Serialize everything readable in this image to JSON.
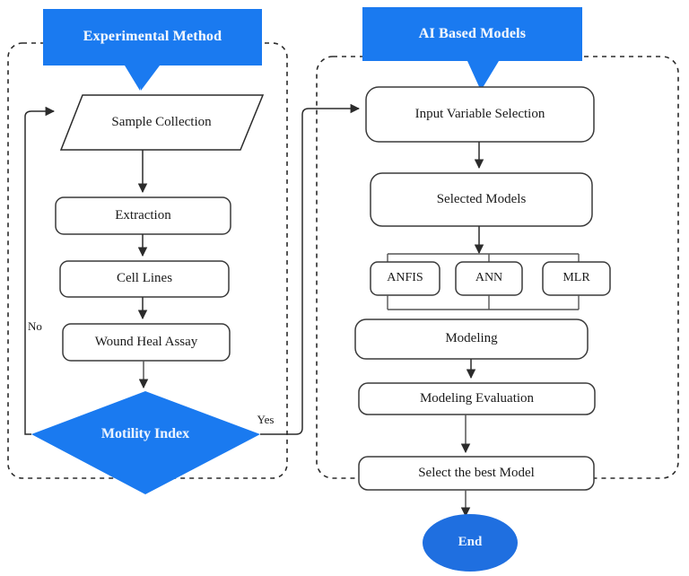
{
  "diagram": {
    "title_visible": false,
    "colors": {
      "accent_blue": "#1a7af0",
      "diamond_blue": "#1a7af0",
      "end_blue": "#1f6fe0",
      "stroke": "#3a3a3a",
      "banner_text": "#ffffff",
      "background": "#ffffff"
    },
    "groups": [
      {
        "id": "experimental-method",
        "label": "Experimental Method"
      },
      {
        "id": "ai-based-models",
        "label": "AI Based Models"
      }
    ],
    "nodes": {
      "sample_collection": {
        "label": "Sample Collection",
        "shape": "parallelogram"
      },
      "extraction": {
        "label": "Extraction",
        "shape": "rounded-rect"
      },
      "cell_lines": {
        "label": "Cell Lines",
        "shape": "rounded-rect"
      },
      "wound_heal_assay": {
        "label": "Wound Heal Assay",
        "shape": "rounded-rect"
      },
      "motility_index": {
        "label": "Motility Index",
        "shape": "diamond"
      },
      "input_variable_selection": {
        "label": "Input Variable Selection",
        "shape": "rounded-rect"
      },
      "selected_models": {
        "label": "Selected Models",
        "shape": "rounded-rect"
      },
      "anfis": {
        "label": "ANFIS",
        "shape": "rounded-rect"
      },
      "ann": {
        "label": "ANN",
        "shape": "rounded-rect"
      },
      "mlr": {
        "label": "MLR",
        "shape": "rounded-rect"
      },
      "modeling": {
        "label": "Modeling",
        "shape": "rounded-rect"
      },
      "modeling_evaluation": {
        "label": "Modeling Evaluation",
        "shape": "rounded-rect"
      },
      "select_best_model": {
        "label": "Select the best Model",
        "shape": "rounded-rect"
      },
      "end": {
        "label": "End",
        "shape": "ellipse"
      }
    },
    "edge_labels": {
      "no": "No",
      "yes": "Yes"
    }
  }
}
